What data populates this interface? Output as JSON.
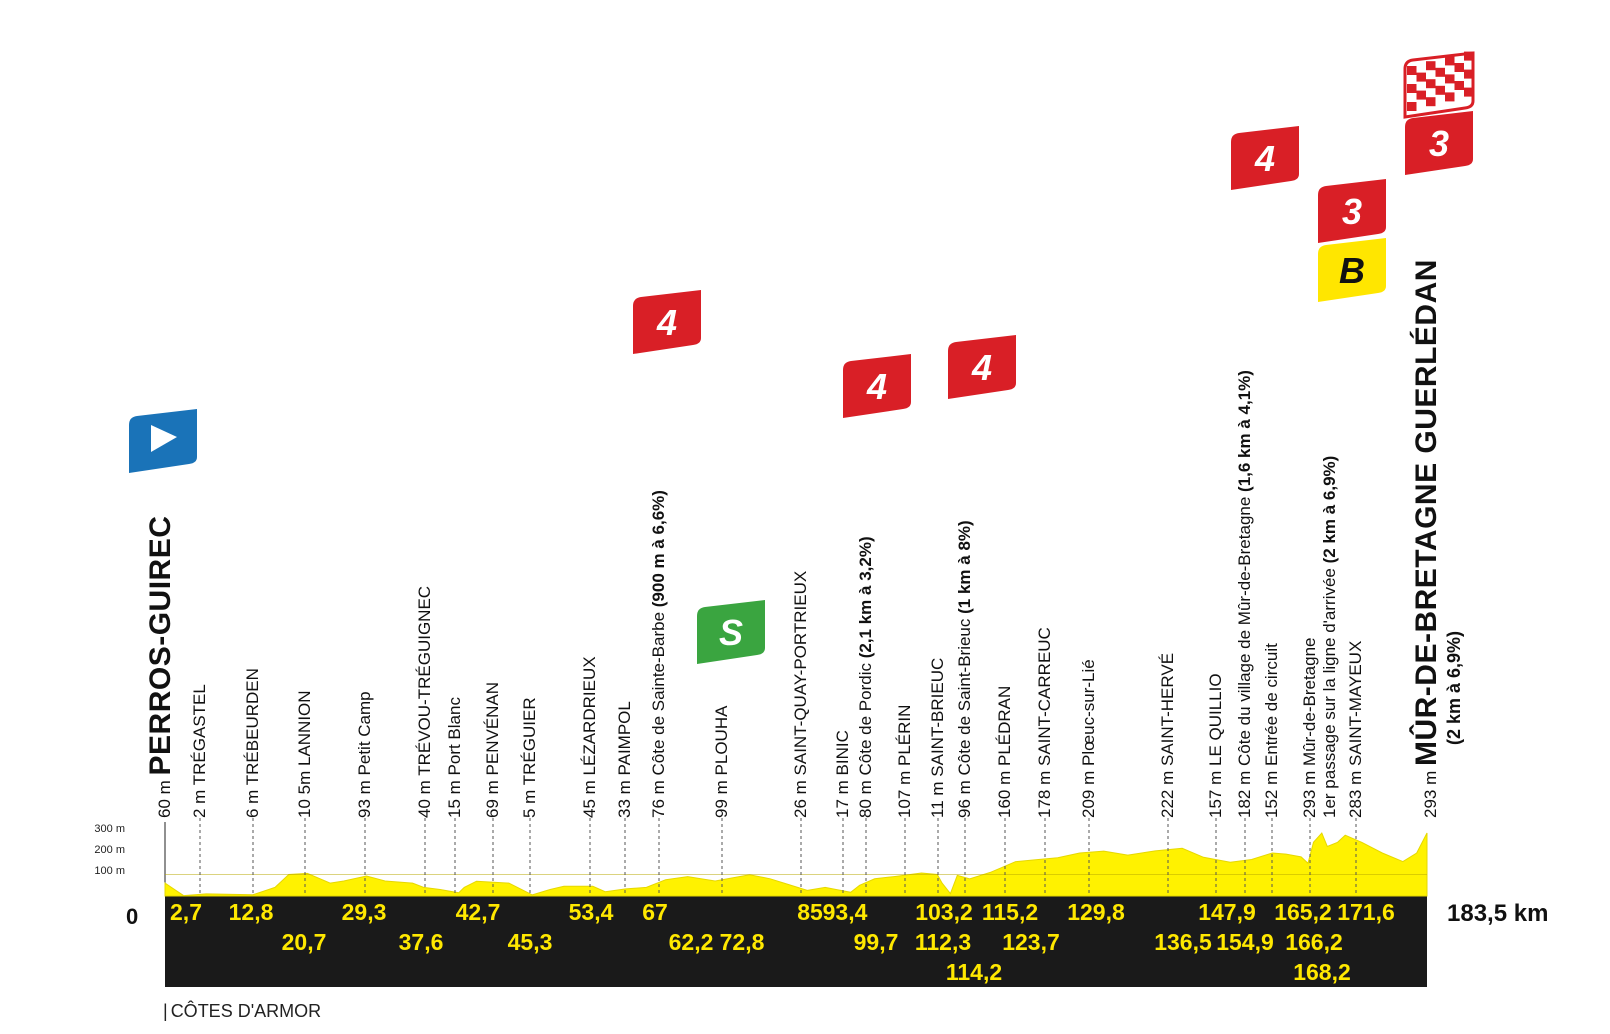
{
  "start": {
    "name": "PERROS-GUIREC",
    "alt": "60 m"
  },
  "finish": {
    "name": "MÛR-DE-BRETAGNE GUERLÉDAN",
    "detail": "(2 km à 6,9%)",
    "alt": "293 m"
  },
  "axis": {
    "zero": "0",
    "total": "183,5 km",
    "alt_ticks": [
      "300 m",
      "200 m",
      "100 m"
    ]
  },
  "region": "CÔTES D'ARMOR",
  "points": [
    {
      "alt": "2 m",
      "name": "TRÉGASTEL",
      "km": "2,7"
    },
    {
      "alt": "6 m",
      "name": "TRÉBEURDEN",
      "km": "12,8"
    },
    {
      "alt": "10 5m",
      "name": "LANNION",
      "km": "20,7"
    },
    {
      "alt": "93 m",
      "name": "Petit Camp",
      "km": "29,3"
    },
    {
      "alt": "40 m",
      "name": "TRÉVOU-TRÉGUIGNEC",
      "km": "37,6"
    },
    {
      "alt": "15 m",
      "name": "Port Blanc",
      "km": "42,7"
    },
    {
      "alt": "69 m",
      "name": "PENVÉNAN",
      "km": "45,3"
    },
    {
      "alt": "5 m",
      "name": "TRÉGUIER",
      "km": "53,4"
    },
    {
      "alt": "45 m",
      "name": "LÉZARDRIEUX",
      "km": "62,2"
    },
    {
      "alt": "33 m",
      "name": "PAIMPOL",
      "km": "67"
    },
    {
      "alt": "76 m",
      "name": "Côte de Sainte-Barbe",
      "bold": "(900 m à 6,6%)",
      "km": "72,8"
    },
    {
      "alt": "99 m",
      "name": "PLOUHA",
      "km": "85"
    },
    {
      "alt": "26 m",
      "name": "SAINT-QUAY-PORTRIEUX",
      "km": "93,4"
    },
    {
      "alt": "17 m",
      "name": "BINIC",
      "km": "99,7"
    },
    {
      "alt": "80 m",
      "name": "Côte de Pordic",
      "bold": "(2,1 km à 3,2%)",
      "km": "103,2"
    },
    {
      "alt": "107 m",
      "name": "PLÉRIN",
      "km": "112,3"
    },
    {
      "alt": "11 m",
      "name": "SAINT-BRIEUC",
      "km": "114,2"
    },
    {
      "alt": "96 m",
      "name": "Côte de Saint-Brieuc",
      "bold": "(1 km à 8%)",
      "km": "115,2"
    },
    {
      "alt": "160 m",
      "name": "PLÉDRAN",
      "km": "123,7"
    },
    {
      "alt": "178 m",
      "name": "SAINT-CARREUC",
      "km": "129,8"
    },
    {
      "alt": "209 m",
      "name": "Plœuc-sur-Lié",
      "km": "136,5"
    },
    {
      "alt": "222 m",
      "name": "SAINT-HERVÉ",
      "km": "147,9"
    },
    {
      "alt": "157 m",
      "name": "LE QUILLIO",
      "km": "154,9"
    },
    {
      "alt": "182 m",
      "name": "Côte du village de Mûr-de-Bretagne",
      "bold": "(1,6 km à 4,1%)",
      "km": "165,2"
    },
    {
      "alt": "152 m",
      "name": "Entrée de circuit",
      "km": "166,2"
    },
    {
      "alt": "293 m",
      "name": "Mûr-de-Bretagne",
      "line2": "1er passage sur la ligne d'arrivée",
      "bold": "(2 km à 6,9%)",
      "km": "168,2"
    },
    {
      "alt": "283 m",
      "name": "SAINT-MAYEUX",
      "km": "171,6"
    }
  ],
  "badges": {
    "sainte_barbe": "4",
    "sprint": "S",
    "pordic": "4",
    "saint_brieuc": "4",
    "village_mur": "4",
    "mur_first": "3",
    "bonus": "B",
    "finish_climb": "3"
  },
  "colors": {
    "profile_fill": "#fff200",
    "band": "#1a1a1a",
    "km_text": "#ffe800",
    "climb_badge": "#d91f26",
    "sprint_badge": "#3aa540",
    "start_badge": "#1a73b8",
    "bonus_badge": "#ffe600"
  },
  "chart_data": {
    "type": "area",
    "xlabel": "",
    "ylabel": "",
    "xlim": [
      0,
      183.5
    ],
    "ylim": [
      0,
      300
    ],
    "profile": [
      [
        0,
        60
      ],
      [
        2.7,
        2
      ],
      [
        6,
        10
      ],
      [
        12.8,
        6
      ],
      [
        16,
        40
      ],
      [
        18,
        100
      ],
      [
        20.7,
        105
      ],
      [
        24,
        60
      ],
      [
        26,
        70
      ],
      [
        29.3,
        93
      ],
      [
        32,
        70
      ],
      [
        36,
        60
      ],
      [
        37.6,
        40
      ],
      [
        40,
        30
      ],
      [
        42.7,
        15
      ],
      [
        43.5,
        40
      ],
      [
        45.3,
        69
      ],
      [
        50,
        60
      ],
      [
        53.4,
        5
      ],
      [
        56,
        30
      ],
      [
        58,
        45
      ],
      [
        62.2,
        45
      ],
      [
        64,
        20
      ],
      [
        67,
        33
      ],
      [
        70,
        40
      ],
      [
        72.8,
        76
      ],
      [
        76,
        90
      ],
      [
        80,
        70
      ],
      [
        85,
        99
      ],
      [
        88,
        80
      ],
      [
        90,
        60
      ],
      [
        93.4,
        26
      ],
      [
        96,
        40
      ],
      [
        99.7,
        17
      ],
      [
        101,
        50
      ],
      [
        103.2,
        80
      ],
      [
        106,
        90
      ],
      [
        110,
        107
      ],
      [
        112.3,
        100
      ],
      [
        113,
        60
      ],
      [
        114.2,
        11
      ],
      [
        115.2,
        96
      ],
      [
        117,
        80
      ],
      [
        120,
        110
      ],
      [
        123.7,
        160
      ],
      [
        127,
        170
      ],
      [
        129.8,
        178
      ],
      [
        133,
        200
      ],
      [
        136.5,
        209
      ],
      [
        140,
        190
      ],
      [
        144,
        210
      ],
      [
        147.9,
        222
      ],
      [
        151,
        180
      ],
      [
        154.9,
        157
      ],
      [
        158,
        170
      ],
      [
        161,
        200
      ],
      [
        163,
        195
      ],
      [
        165.2,
        182
      ],
      [
        166.2,
        152
      ],
      [
        167,
        250
      ],
      [
        168.2,
        293
      ],
      [
        169,
        230
      ],
      [
        170.5,
        250
      ],
      [
        171.6,
        283
      ],
      [
        174,
        250
      ],
      [
        177,
        200
      ],
      [
        180,
        160
      ],
      [
        182,
        200
      ],
      [
        183.5,
        293
      ]
    ]
  }
}
